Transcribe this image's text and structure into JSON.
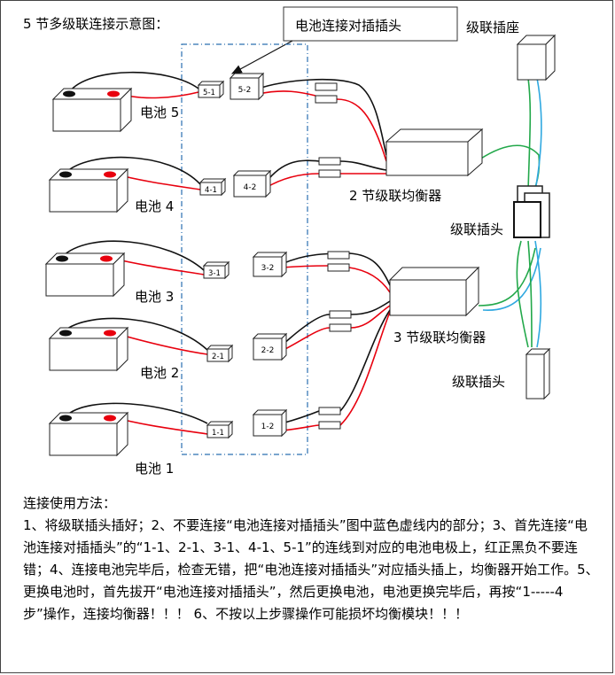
{
  "title": "5 节多级联连接示意图：",
  "callout_label": "电池连接对插插头",
  "cascade_socket_label": "级联插座",
  "cascade_plug_label_mid": "级联插头",
  "cascade_plug_label_bottom": "级联插头",
  "balancer_2_label": "2 节级联均衡器",
  "balancer_3_label": "3 节级联均衡器",
  "batteries": [
    {
      "label": "电池 5",
      "plug_left": "5-1",
      "plug_right": "5-2"
    },
    {
      "label": "电池 4",
      "plug_left": "4-1",
      "plug_right": "4-2"
    },
    {
      "label": "电池 3",
      "plug_left": "3-1",
      "plug_right": "3-2"
    },
    {
      "label": "电池 2",
      "plug_left": "2-1",
      "plug_right": "2-2"
    },
    {
      "label": "电池 1",
      "plug_left": "1-1",
      "plug_right": "1-2"
    }
  ],
  "colors": {
    "red_wire": "#e8000e",
    "black_wire": "#111111",
    "green_wire": "#22a84a",
    "blue_wire": "#2fa8e0",
    "dashed_box": "#2a6fb0"
  },
  "instructions": {
    "heading": "连接使用方法：",
    "body": "1、将级联插头插好；2、不要连接“电池连接对插插头”图中蓝色虚线内的部分；3、首先连接“电池连接对插插头”的“1-1、2-1、3-1、4-1、5-1”的连线到对应的电池电极上，红正黑负不要连错；4、连接电池完毕后，检查无错，把“电池连接对插插头”对应插头插上，均衡器开始工作。5、更换电池时，首先拔开“电池连接对插插头”，然后更换电池，电池更换完毕后，再按“1-----4 步”操作，连接均衡器！！！ 6、不按以上步骤操作可能损坏均衡模块！！！"
  }
}
